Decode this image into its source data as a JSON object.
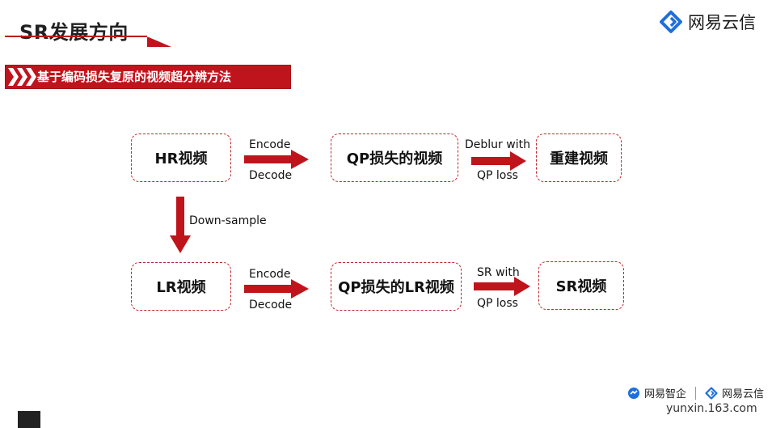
{
  "header": {
    "title": "SR发展方向",
    "brand_top": "网易云信"
  },
  "banner": {
    "text": "基于编码损失复原的视频超分辨方法"
  },
  "diagram": {
    "nodes": {
      "hr_video": "HR视频",
      "qp_loss_video": "QP损失的视频",
      "reconstructed_video": "重建视频",
      "lr_video": "LR视频",
      "qp_loss_lr_video": "QP损失的LR视频",
      "sr_video": "SR视频"
    },
    "edges": {
      "top_encode": "Encode",
      "top_decode": "Decode",
      "top_deblur_with": "Deblur with",
      "top_qp_loss": "QP loss",
      "down_sample": "Down-sample",
      "bottom_encode": "Encode",
      "bottom_decode": "Decode",
      "bottom_sr_with": "SR with",
      "bottom_qp_loss": "QP loss"
    }
  },
  "footer": {
    "brand_zhiqi": "网易智企",
    "brand_yunxin": "网易云信",
    "url": "yunxin.163.com"
  },
  "colors": {
    "accent": "#c0141c",
    "dashed_border": "#c0262d"
  }
}
